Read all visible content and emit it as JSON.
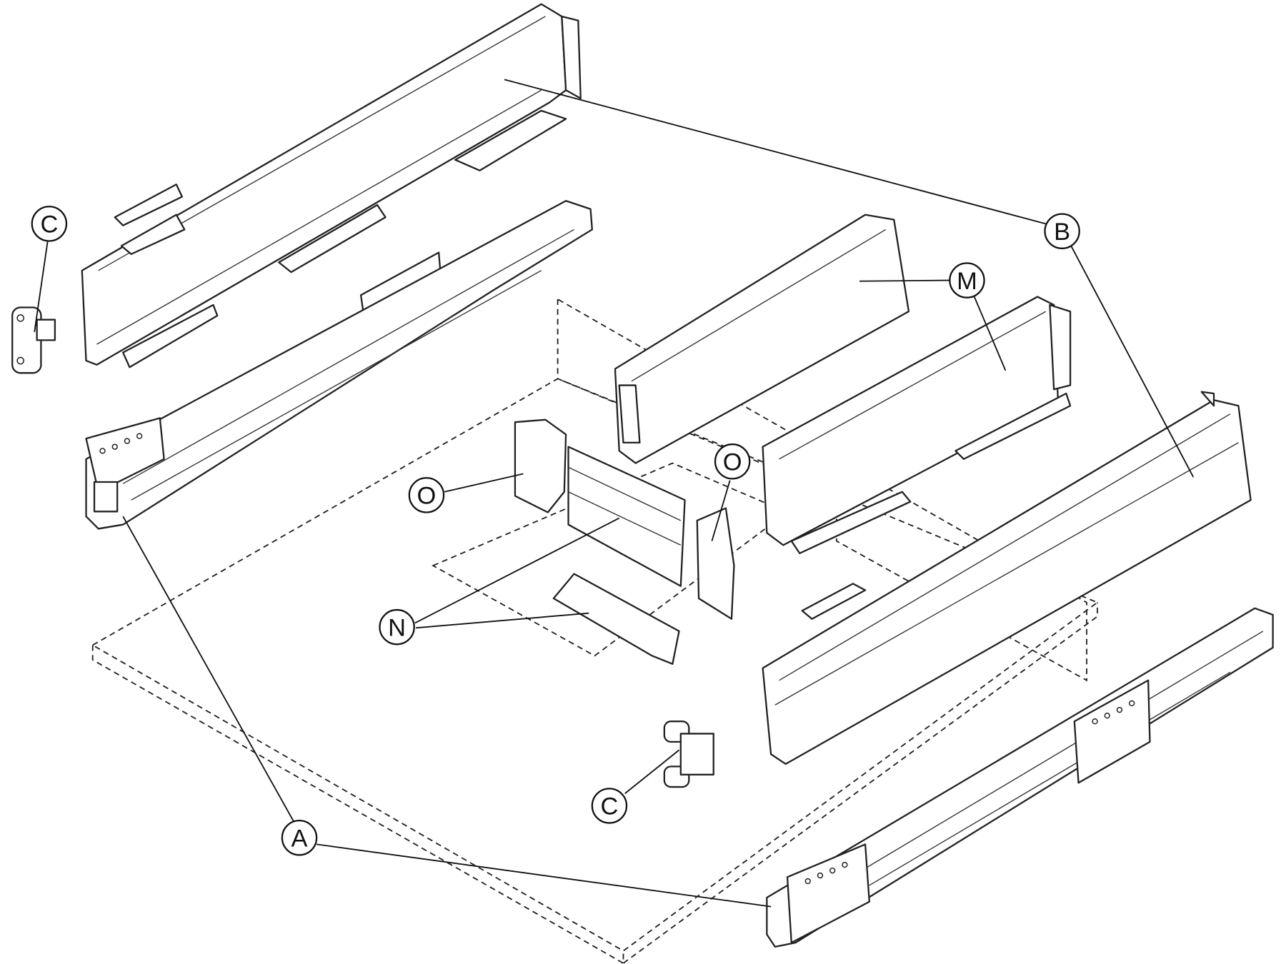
{
  "diagram": {
    "callouts": {
      "c_top": "C",
      "b": "B",
      "m_upper": "M",
      "m_lower": "M",
      "o_left": "O",
      "o_right": "O",
      "n": "N",
      "c_bottom": "C",
      "a": "A"
    }
  }
}
